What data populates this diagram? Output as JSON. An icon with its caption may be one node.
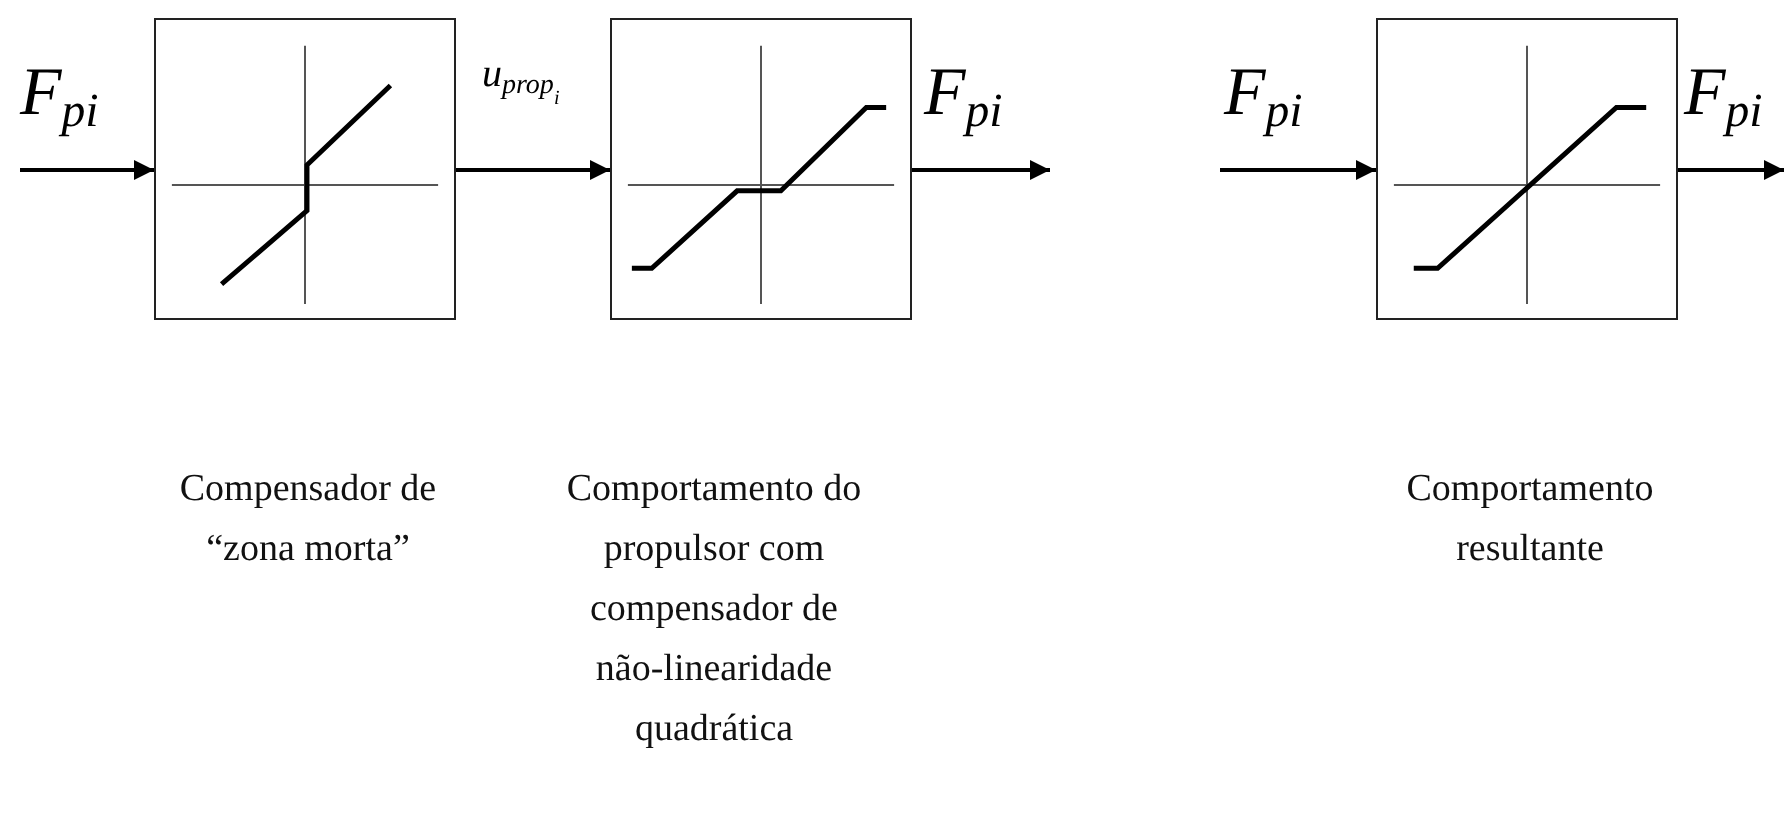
{
  "diagram": {
    "nodes": [
      {
        "text": [],
        "shape": "box"
      },
      {
        "text": [],
        "shape": "box"
      },
      {
        "text": [],
        "shape": "box"
      }
    ],
    "edges": [
      {
        "from": null,
        "to": 0,
        "arrow": "to",
        "label": "F$_{pi}$"
      },
      {
        "from": 0,
        "to": 1,
        "arrow": "to",
        "label": "u$_{prop}$$_{i}$"
      },
      {
        "from": 1,
        "to": null,
        "arrow": "to",
        "label": "F$_{pi}$"
      },
      {
        "from": null,
        "to": 2,
        "arrow": "to",
        "label": "F$_{pi}$"
      },
      {
        "from": 2,
        "to": null,
        "arrow": "to",
        "label": "F$_{pi}$"
      }
    ],
    "labels": [
      "Compensador de “zona morta”",
      "Comportamento do propulsor com compensador de não-linearidade quadrática",
      "Comportamento resultante"
    ]
  }
}
